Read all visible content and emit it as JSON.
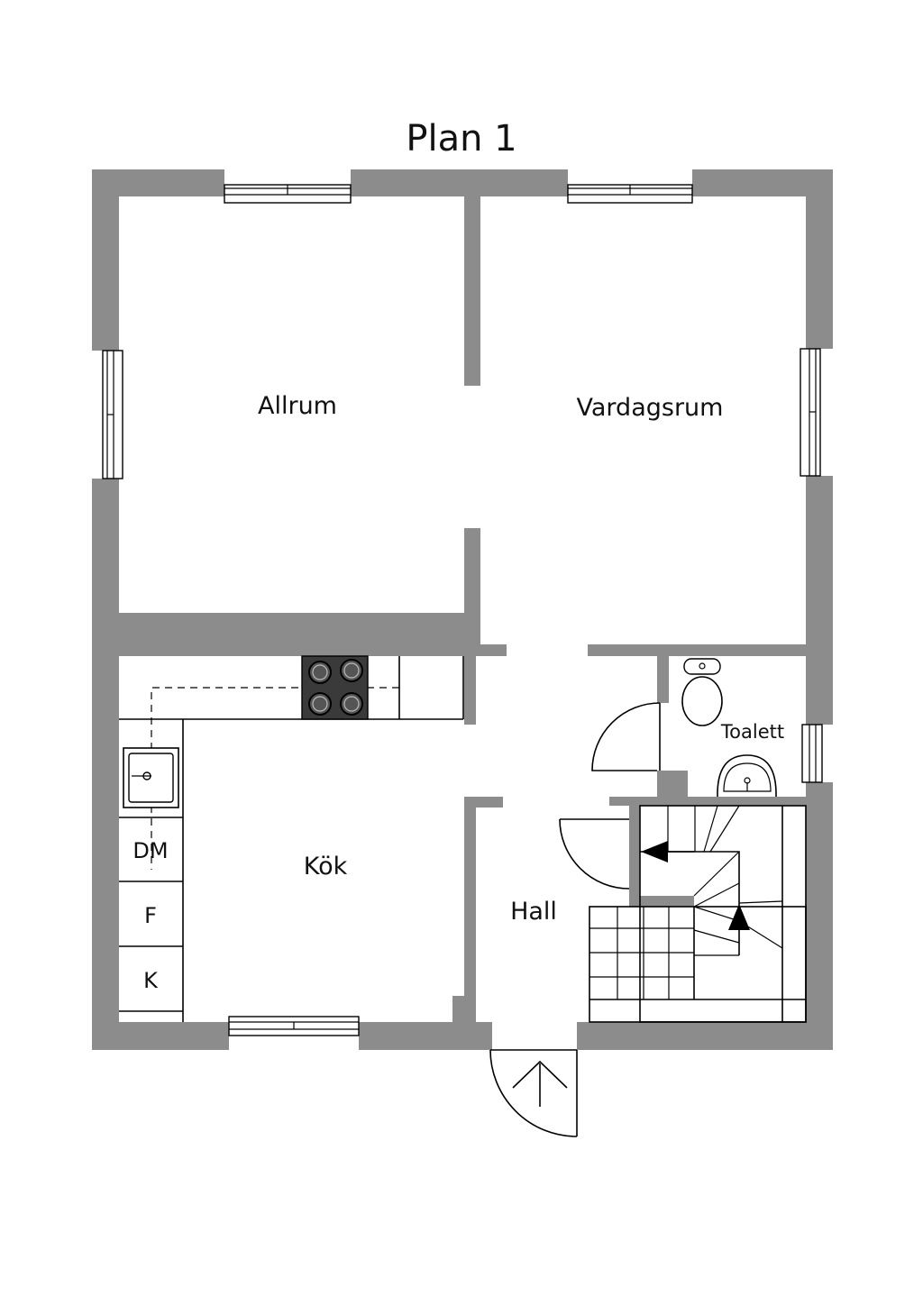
{
  "title": "Plan 1",
  "rooms": {
    "allrum": "Allrum",
    "vardagsrum": "Vardagsrum",
    "kok": "Kök",
    "hall": "Hall",
    "toalett": "Toalett"
  },
  "appliances": {
    "dishwasher": "DM",
    "freezer": "F",
    "fridge": "K"
  },
  "colors": {
    "wall": "#8c8c8c",
    "line": "#000000",
    "background": "#ffffff"
  }
}
